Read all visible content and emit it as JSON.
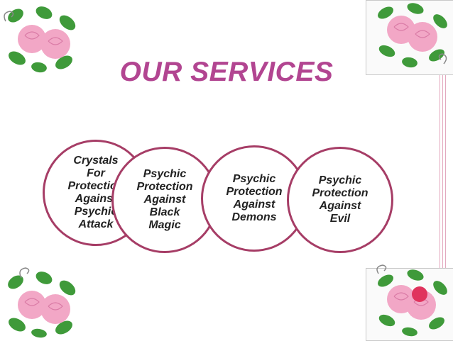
{
  "title": "OUR SERVICES",
  "services": [
    {
      "label": "Crystals\nFor\nProtection\nAgainst\nPsychic\nAttack"
    },
    {
      "label": "Psychic\nProtection\nAgainst\nBlack\nMagic"
    },
    {
      "label": "Psychic\nProtection\nAgainst\nDemons"
    },
    {
      "label": "Psychic\nProtection\nAgainst\nEvil"
    }
  ],
  "colors": {
    "title": "#b24591",
    "circle_border": "#a63d66",
    "frame_lines": "#e3a9bf",
    "rose": "#f2a7c6",
    "leaf": "#3f9a3a"
  },
  "decorations": [
    "rose-flower-icon",
    "rose-flower-icon",
    "rose-flower-icon",
    "rose-flower-icon"
  ]
}
